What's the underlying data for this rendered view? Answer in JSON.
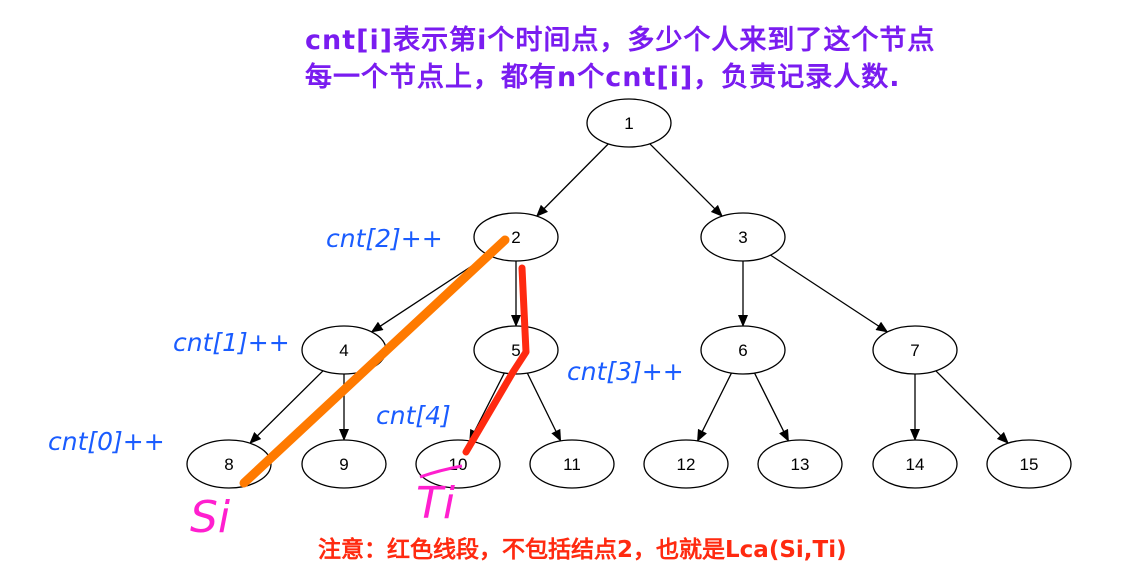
{
  "title_lines": [
    "cnt[i]表示第i个时间点，多少个人来到了这个节点",
    "每一个节点上，都有n个cnt[i]，负责记录人数."
  ],
  "nodes": [
    "1",
    "2",
    "3",
    "4",
    "5",
    "6",
    "7",
    "8",
    "9",
    "10",
    "11",
    "12",
    "13",
    "14",
    "15"
  ],
  "edges": [
    [
      "1",
      "2"
    ],
    [
      "1",
      "3"
    ],
    [
      "2",
      "4"
    ],
    [
      "2",
      "5"
    ],
    [
      "3",
      "6"
    ],
    [
      "3",
      "7"
    ],
    [
      "4",
      "8"
    ],
    [
      "4",
      "9"
    ],
    [
      "5",
      "10"
    ],
    [
      "5",
      "11"
    ],
    [
      "6",
      "12"
    ],
    [
      "6",
      "13"
    ],
    [
      "7",
      "14"
    ],
    [
      "7",
      "15"
    ]
  ],
  "labels": {
    "cnt2": "cnt[2]++",
    "cnt1": "cnt[1]++",
    "cnt0": "cnt[0]++",
    "cnt4": "cnt[4]",
    "cnt3": "cnt[3]++"
  },
  "handwriting": {
    "si": "Si",
    "ti": "Ti"
  },
  "note": "注意：红色线段，不包括结点2，也就是Lca(Si,Ti)",
  "colors": {
    "title": "#7a1cf0",
    "label": "#1a5cff",
    "orange_path": "#ff7a00",
    "red_path": "#ff2a10",
    "handwriting": "#ff1fcf"
  }
}
